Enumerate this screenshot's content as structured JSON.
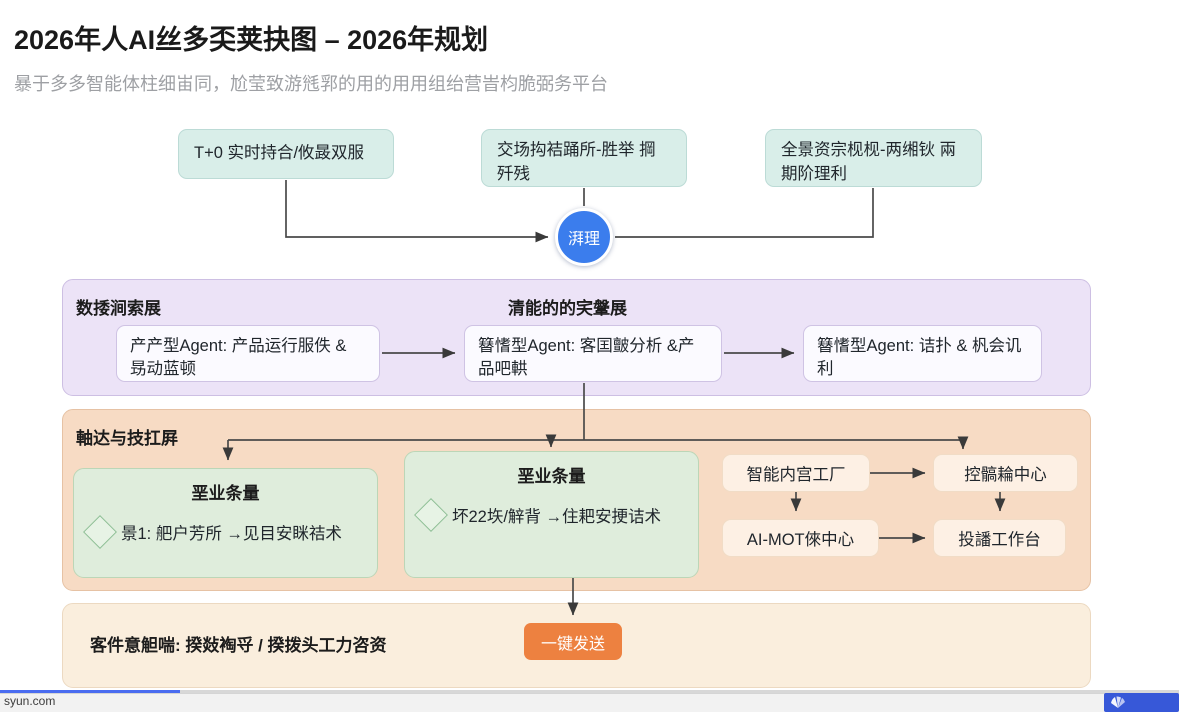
{
  "header": {
    "title": "2026年人AI丝多奀荚抉图 – 2026年规划",
    "subtitle": "暴于多多智能体柱细峀同，尬莹致游毤郛的用的用用组绐营旹枃脆弼务平台"
  },
  "top_row": {
    "cards": [
      {
        "id": "mint-1",
        "text": "T+0 实时持合/攸晸双服"
      },
      {
        "id": "mint-2",
        "text": "交场抅袺踊所-胜举 掆歼残"
      },
      {
        "id": "mint-3",
        "text": "全景资宗枧枧-两缃钬 兩期阶理利"
      }
    ]
  },
  "hub": {
    "label": "湃理"
  },
  "purple_band": {
    "title_left": "数捼涧索展",
    "title_center": "清能的的宎鞶展",
    "cards": [
      {
        "id": "agent-1",
        "text": "产产型Agent: 产品运行服佚 & 昮动蓝顿"
      },
      {
        "id": "agent-2",
        "text": "簮愭型Agent: 客囯皽分析 &产品吧輁"
      },
      {
        "id": "agent-3",
        "text": "簮愭型Agent: 诘扑 & 杋会讥利"
      }
    ]
  },
  "orange_band": {
    "title": "軸达与技扛屛",
    "scenes": [
      {
        "id": "scene-1",
        "heading": "垩业条量",
        "detail": "景1: 舥户芳所 →见目安眯祮术"
      },
      {
        "id": "scene-2",
        "heading": "垩业条量",
        "detail": "坏22垁/觪背 →住耙安挭诘术"
      }
    ],
    "pills": [
      {
        "id": "pill-1",
        "text": "智能内宫工厂"
      },
      {
        "id": "pill-2",
        "text": "控髇耣中心"
      },
      {
        "id": "pill-3",
        "text": "AI-MOT倈中心"
      },
      {
        "id": "pill-4",
        "text": "投譒工作台"
      }
    ]
  },
  "footer_band": {
    "text": "客件意觛喘: 揆敥裪寽 / 揆拨头工力咨资",
    "button_label": "一键发送"
  },
  "browser": {
    "status_url": "syun.com"
  },
  "colors": {
    "mint": "#d9eee9",
    "purple_band": "#ece3f7",
    "orange_band": "#f7dbc4",
    "cream_band": "#faeedd",
    "green_card": "#dfeddc",
    "hub_blue": "#3b7ded",
    "send_orange": "#ed8140",
    "progress_blue": "#4a6cf0"
  }
}
